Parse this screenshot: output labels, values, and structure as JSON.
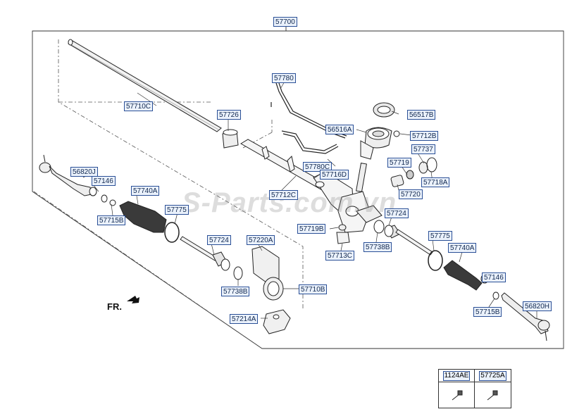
{
  "watermark": "S-Parts.com.vn",
  "direction_label": "FR.",
  "callouts": {
    "assembly": "57700",
    "rack_housing": "57710C",
    "bush": "57726",
    "pipe_upper": "57780",
    "pipe_lower": "57780C",
    "dust_seal_cover": "56517B",
    "pinion_seal": "56516A",
    "plug": "57712B",
    "yoke_plug": "57737",
    "yoke_spring": "57719",
    "yoke_cap": "57718A",
    "yoke": "57720",
    "valve": "57716D",
    "rack_bar": "57712C",
    "tie_rod_end_left": "56820J",
    "lock_nut_left": "57146",
    "bellows_left": "57740A",
    "clip_left": "57715B",
    "band_left": "57775",
    "inner_ball_joint_left": "57724",
    "mounting_bracket": "57220A",
    "o_ring_left": "57738B",
    "mounting_bush": "57710B",
    "clamp": "57214A",
    "nut_small": "57719B",
    "packing": "57713C",
    "o_ring_right": "57738B",
    "inner_ball_joint_right": "57724",
    "band_right": "57775",
    "bellows_right": "57740A",
    "lock_nut_right": "57146",
    "clip_right": "57715B",
    "tie_rod_end_right": "56820H"
  },
  "legend_table": {
    "col1": "1124AE",
    "col2": "57725A"
  }
}
